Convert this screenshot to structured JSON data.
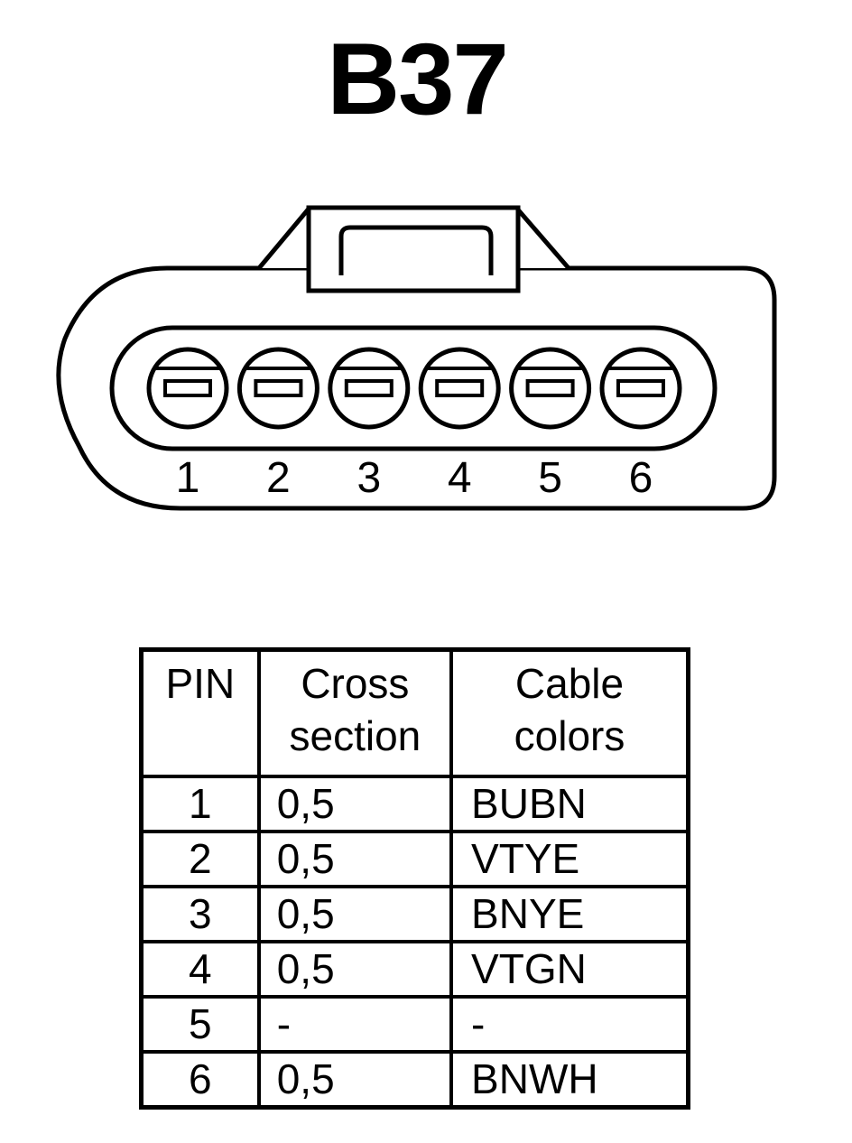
{
  "title": "B37",
  "connector": {
    "pins": [
      "1",
      "2",
      "3",
      "4",
      "5",
      "6"
    ]
  },
  "table": {
    "headers": {
      "pin": "PIN",
      "cross_line1": "Cross",
      "cross_line2": "section",
      "color_line1": "Cable",
      "color_line2": "colors"
    },
    "rows": [
      {
        "pin": "1",
        "cross": "0,5",
        "color": "BUBN"
      },
      {
        "pin": "2",
        "cross": "0,5",
        "color": "VTYE"
      },
      {
        "pin": "3",
        "cross": "0,5",
        "color": "BNYE"
      },
      {
        "pin": "4",
        "cross": "0,5",
        "color": "VTGN"
      },
      {
        "pin": "5",
        "cross": "-",
        "color": "-"
      },
      {
        "pin": "6",
        "cross": "0,5",
        "color": "BNWH"
      }
    ]
  }
}
